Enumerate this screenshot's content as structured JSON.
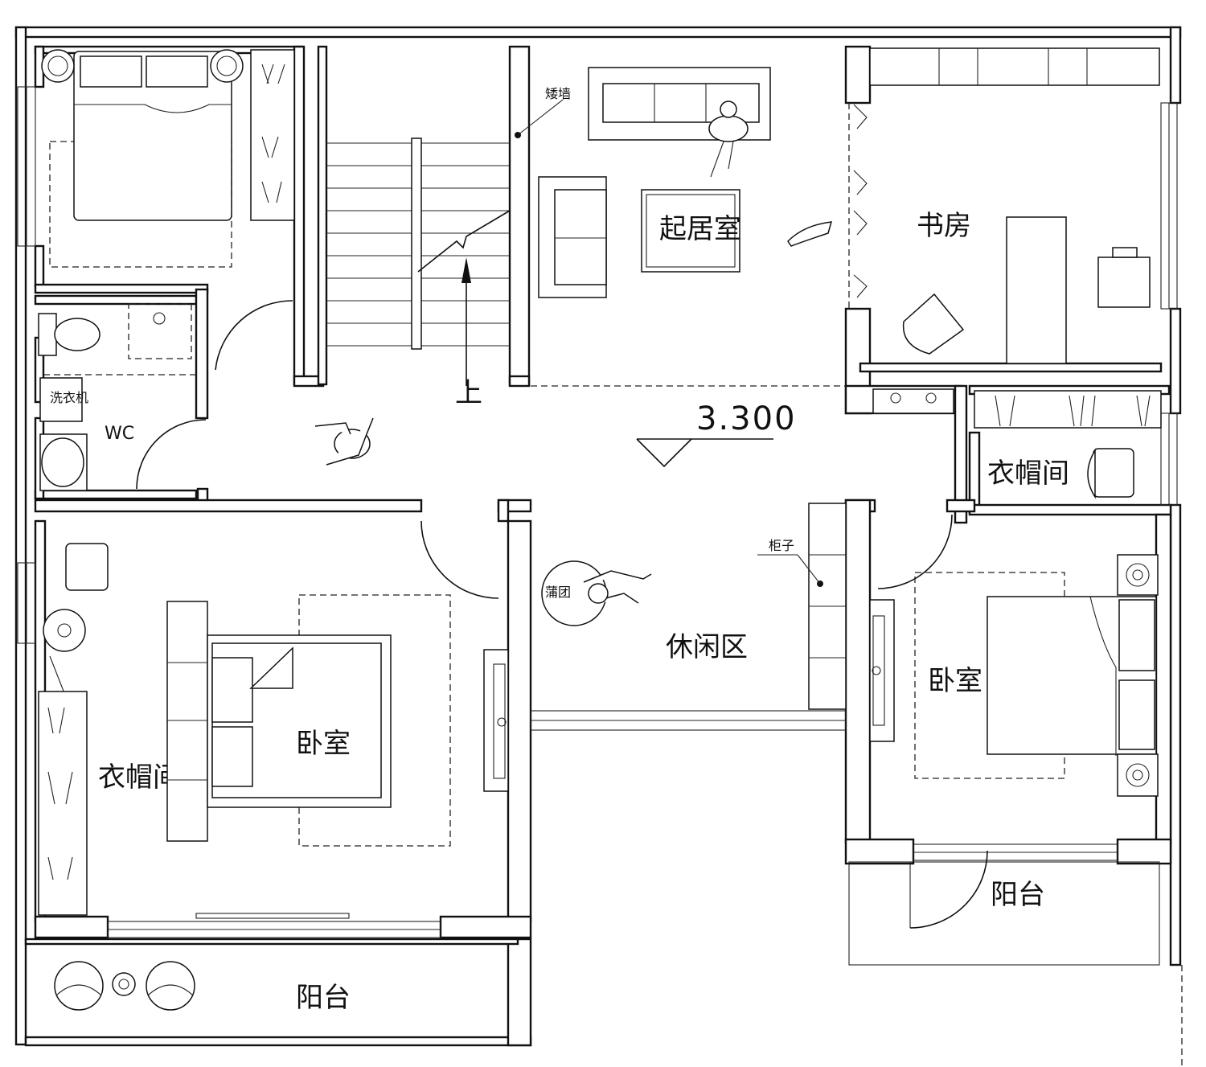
{
  "rooms": {
    "living_room": "起居室",
    "study": "书房",
    "leisure_area": "休闲区",
    "bedroom_left": "卧室",
    "bedroom_right": "卧室",
    "wardrobe_left": "衣帽间",
    "wardrobe_right": "衣帽间",
    "balcony_bottom": "阳台",
    "balcony_right": "阳台",
    "wc": "WC"
  },
  "annotations": {
    "short_wall": "矮墙",
    "cabinet": "柜子",
    "cushion": "蒲团",
    "washing_machine": "洗衣机",
    "stair_up": "上"
  },
  "floor_level": "3.300"
}
